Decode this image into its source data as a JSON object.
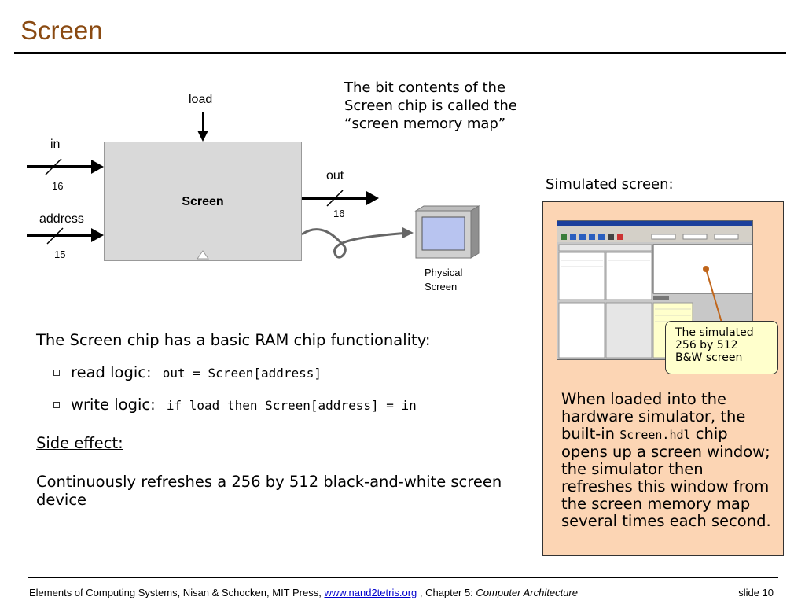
{
  "slide": {
    "title": "Screen",
    "footer_prefix": "Elements of Computing Systems, Nisan & Schocken, MIT Press, ",
    "footer_link": "www.nand2tetris.org",
    "footer_mid": " , Chapter 5: ",
    "footer_italic": "Computer Architecture",
    "slide_number": "slide 10"
  },
  "diagram": {
    "chip_label": "Screen",
    "load_label": "load",
    "in_label": "in",
    "in_width": "16",
    "address_label": "address",
    "address_width": "15",
    "out_label": "out",
    "out_width": "16",
    "physical_screen_line1": "Physical",
    "physical_screen_line2": "Screen"
  },
  "callout": {
    "line1": "The bit contents of the",
    "line2": "Screen chip is called the",
    "line3": "“screen memory map”"
  },
  "simulated": {
    "heading": "Simulated screen:",
    "tooltip_line1": "The simulated",
    "tooltip_line2": "256 by 512",
    "tooltip_line3": "B&W screen",
    "desc_part1": "When loaded into the hardware simulator, the built-in ",
    "desc_code": "Screen.hdl",
    "desc_part2": " chip opens up a screen window; the simulator then refreshes this window from the screen memory map several times each second."
  },
  "body": {
    "intro": "The Screen chip has a basic RAM chip functionality:",
    "read_label": "read logic:",
    "read_code": "out = Screen[address]",
    "write_label": "write logic:",
    "write_code": "if load then Screen[address] = in",
    "side_effect": "Side effect:",
    "continuous": "Continuously refreshes a 256 by 512 black-and-white screen device"
  },
  "colors": {
    "title": "#8a4a12",
    "sim_box": "#fcd5b4",
    "tooltip": "#ffffcc",
    "pointer": "#c0651a"
  }
}
